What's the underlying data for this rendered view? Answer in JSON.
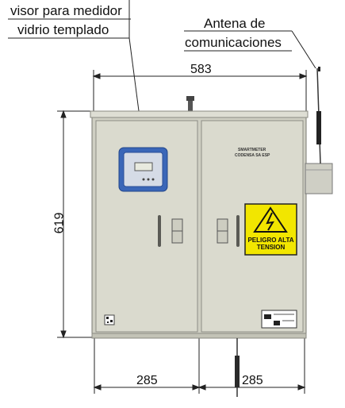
{
  "callouts": {
    "meter_window_line1": "visor para medidor",
    "meter_window_line2": "vidrio templado",
    "antenna_line1": "Antena de",
    "antenna_line2": "comunicaciones"
  },
  "dimensions": {
    "width": "583",
    "height": "619",
    "left_door": "285",
    "right_door": "285"
  },
  "plate": {
    "line1": "SMARTMETER",
    "line2": "CODENSA SA ESP"
  },
  "warning_sign": {
    "line1": "PELIGRO ALTA",
    "line2": "TENSION"
  },
  "colors": {
    "cabinet": "#d9d9cc",
    "meter_frame": "#3a66b8",
    "sign_yellow": "#f2e600"
  }
}
